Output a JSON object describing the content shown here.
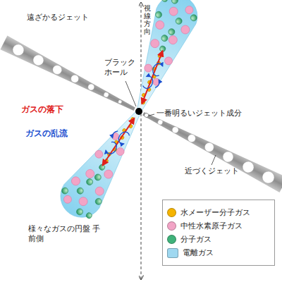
{
  "diagram": {
    "labels": [
      "視線方向",
      "遠ざかるジェット",
      "ブラック ホール",
      "ガスの落下",
      "ガスの乱流",
      "一番明るいジェット成分",
      "近づくジェット",
      "様々なガスの円盤 手前側"
    ],
    "legend": [
      {
        "text": "水メーザー分子ガス",
        "color": "#f5b400"
      },
      {
        "text": "中性水素原子ガス",
        "color": "#f2a4c6"
      },
      {
        "text": "分子ガス",
        "color": "#3fb27a"
      },
      {
        "text": "電離ガス",
        "color": "#9fd8f0"
      }
    ]
  }
}
